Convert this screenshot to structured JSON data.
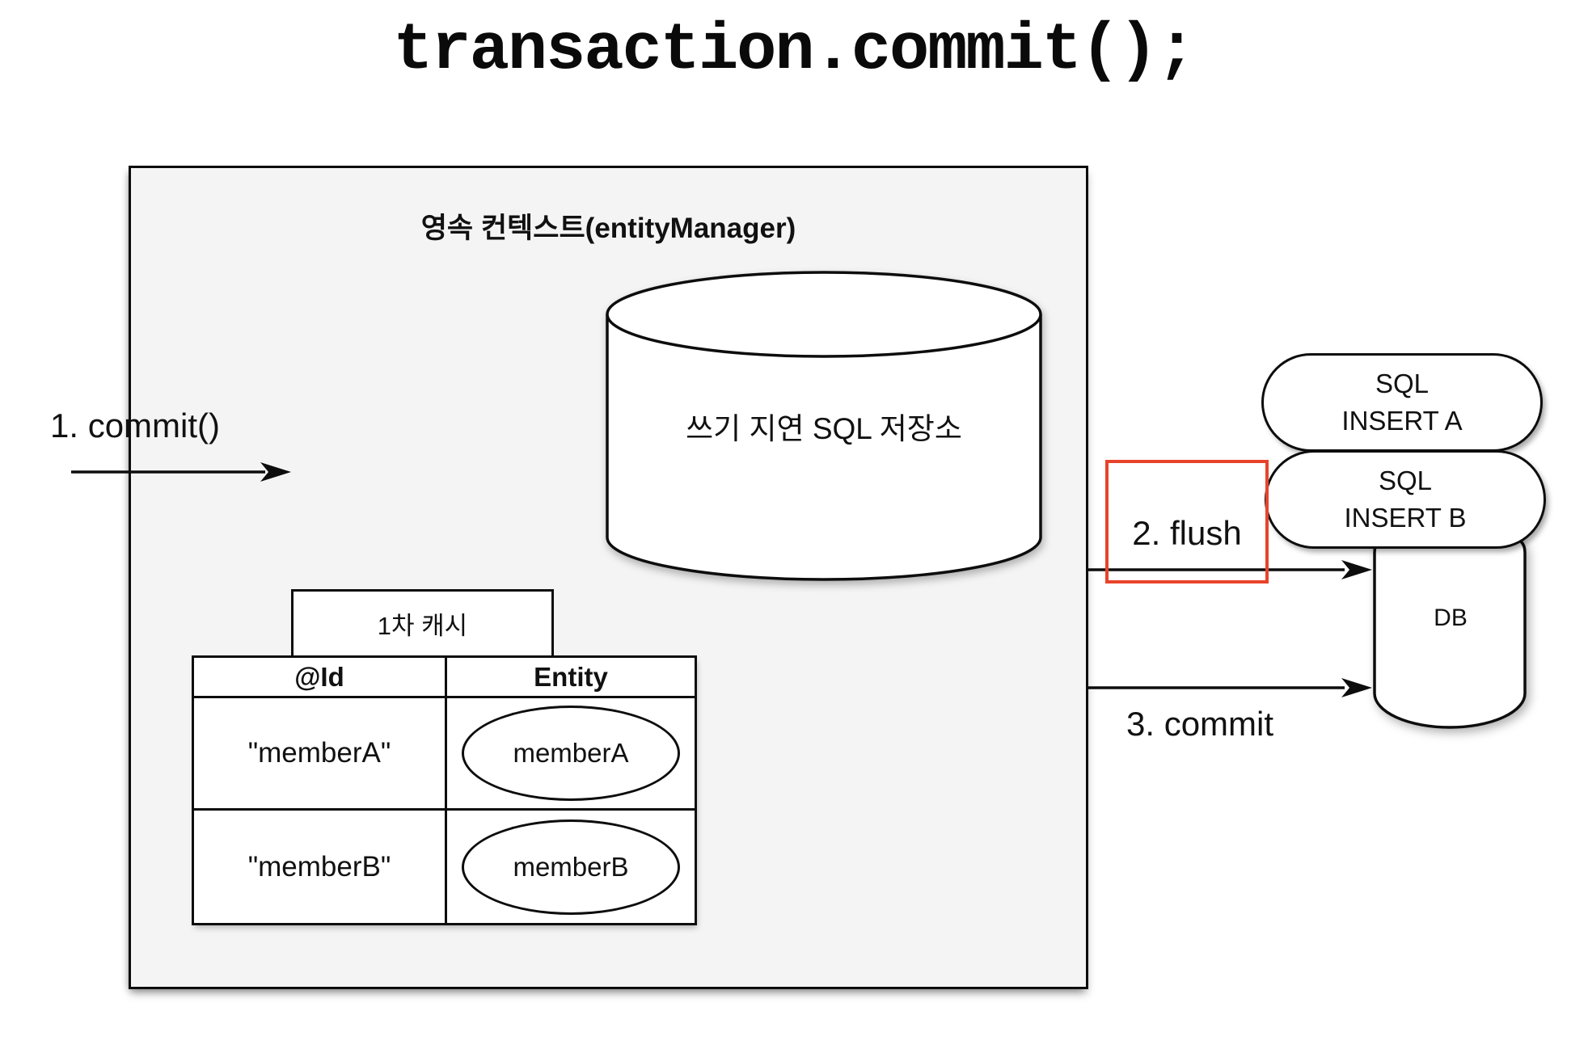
{
  "title": "transaction.commit();",
  "colors": {
    "context_fill": "#f4f4f4",
    "outline": "#0d0d0d",
    "highlight_red": "#e8432a"
  },
  "persistence_context": {
    "label": "영속 컨텍스트(entityManager)",
    "write_behind_sql_store": {
      "label": "쓰기 지연 SQL 저장소"
    },
    "first_level_cache": {
      "label": "1차 캐시",
      "columns": {
        "id": "@Id",
        "entity": "Entity"
      },
      "rows": [
        {
          "id": "\"memberA\"",
          "entity": "memberA"
        },
        {
          "id": "\"memberB\"",
          "entity": "memberB"
        }
      ]
    }
  },
  "steps": {
    "commit_call": "1. commit()",
    "flush": "2. flush",
    "commit": "3. commit"
  },
  "sql_inserts": [
    {
      "line1": "SQL",
      "line2": "INSERT A"
    },
    {
      "line1": "SQL",
      "line2": "INSERT B"
    }
  ],
  "database": {
    "label": "DB"
  }
}
